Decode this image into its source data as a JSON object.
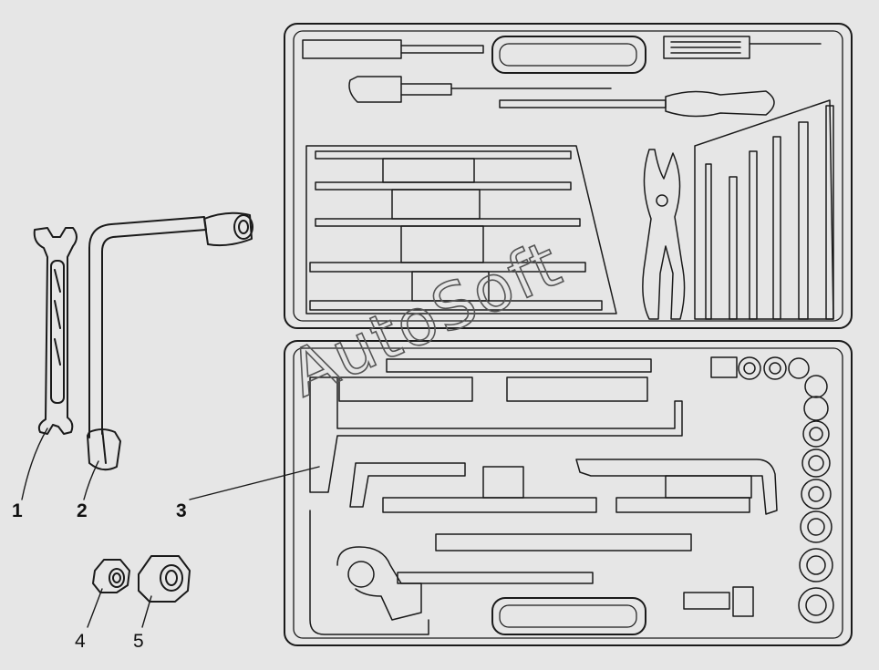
{
  "diagram": {
    "background": "#e6e6e6",
    "line_color": "#1a1a1a",
    "labels": [
      {
        "id": "1",
        "text": "1",
        "part": "open-end-wrench"
      },
      {
        "id": "2",
        "text": "2",
        "part": "l-socket-wrench"
      },
      {
        "id": "3",
        "text": "3",
        "part": "tool-case"
      },
      {
        "id": "4",
        "text": "4",
        "part": "small-nut"
      },
      {
        "id": "5",
        "text": "5",
        "part": "large-nut"
      }
    ],
    "watermark": "AutoSoft"
  }
}
